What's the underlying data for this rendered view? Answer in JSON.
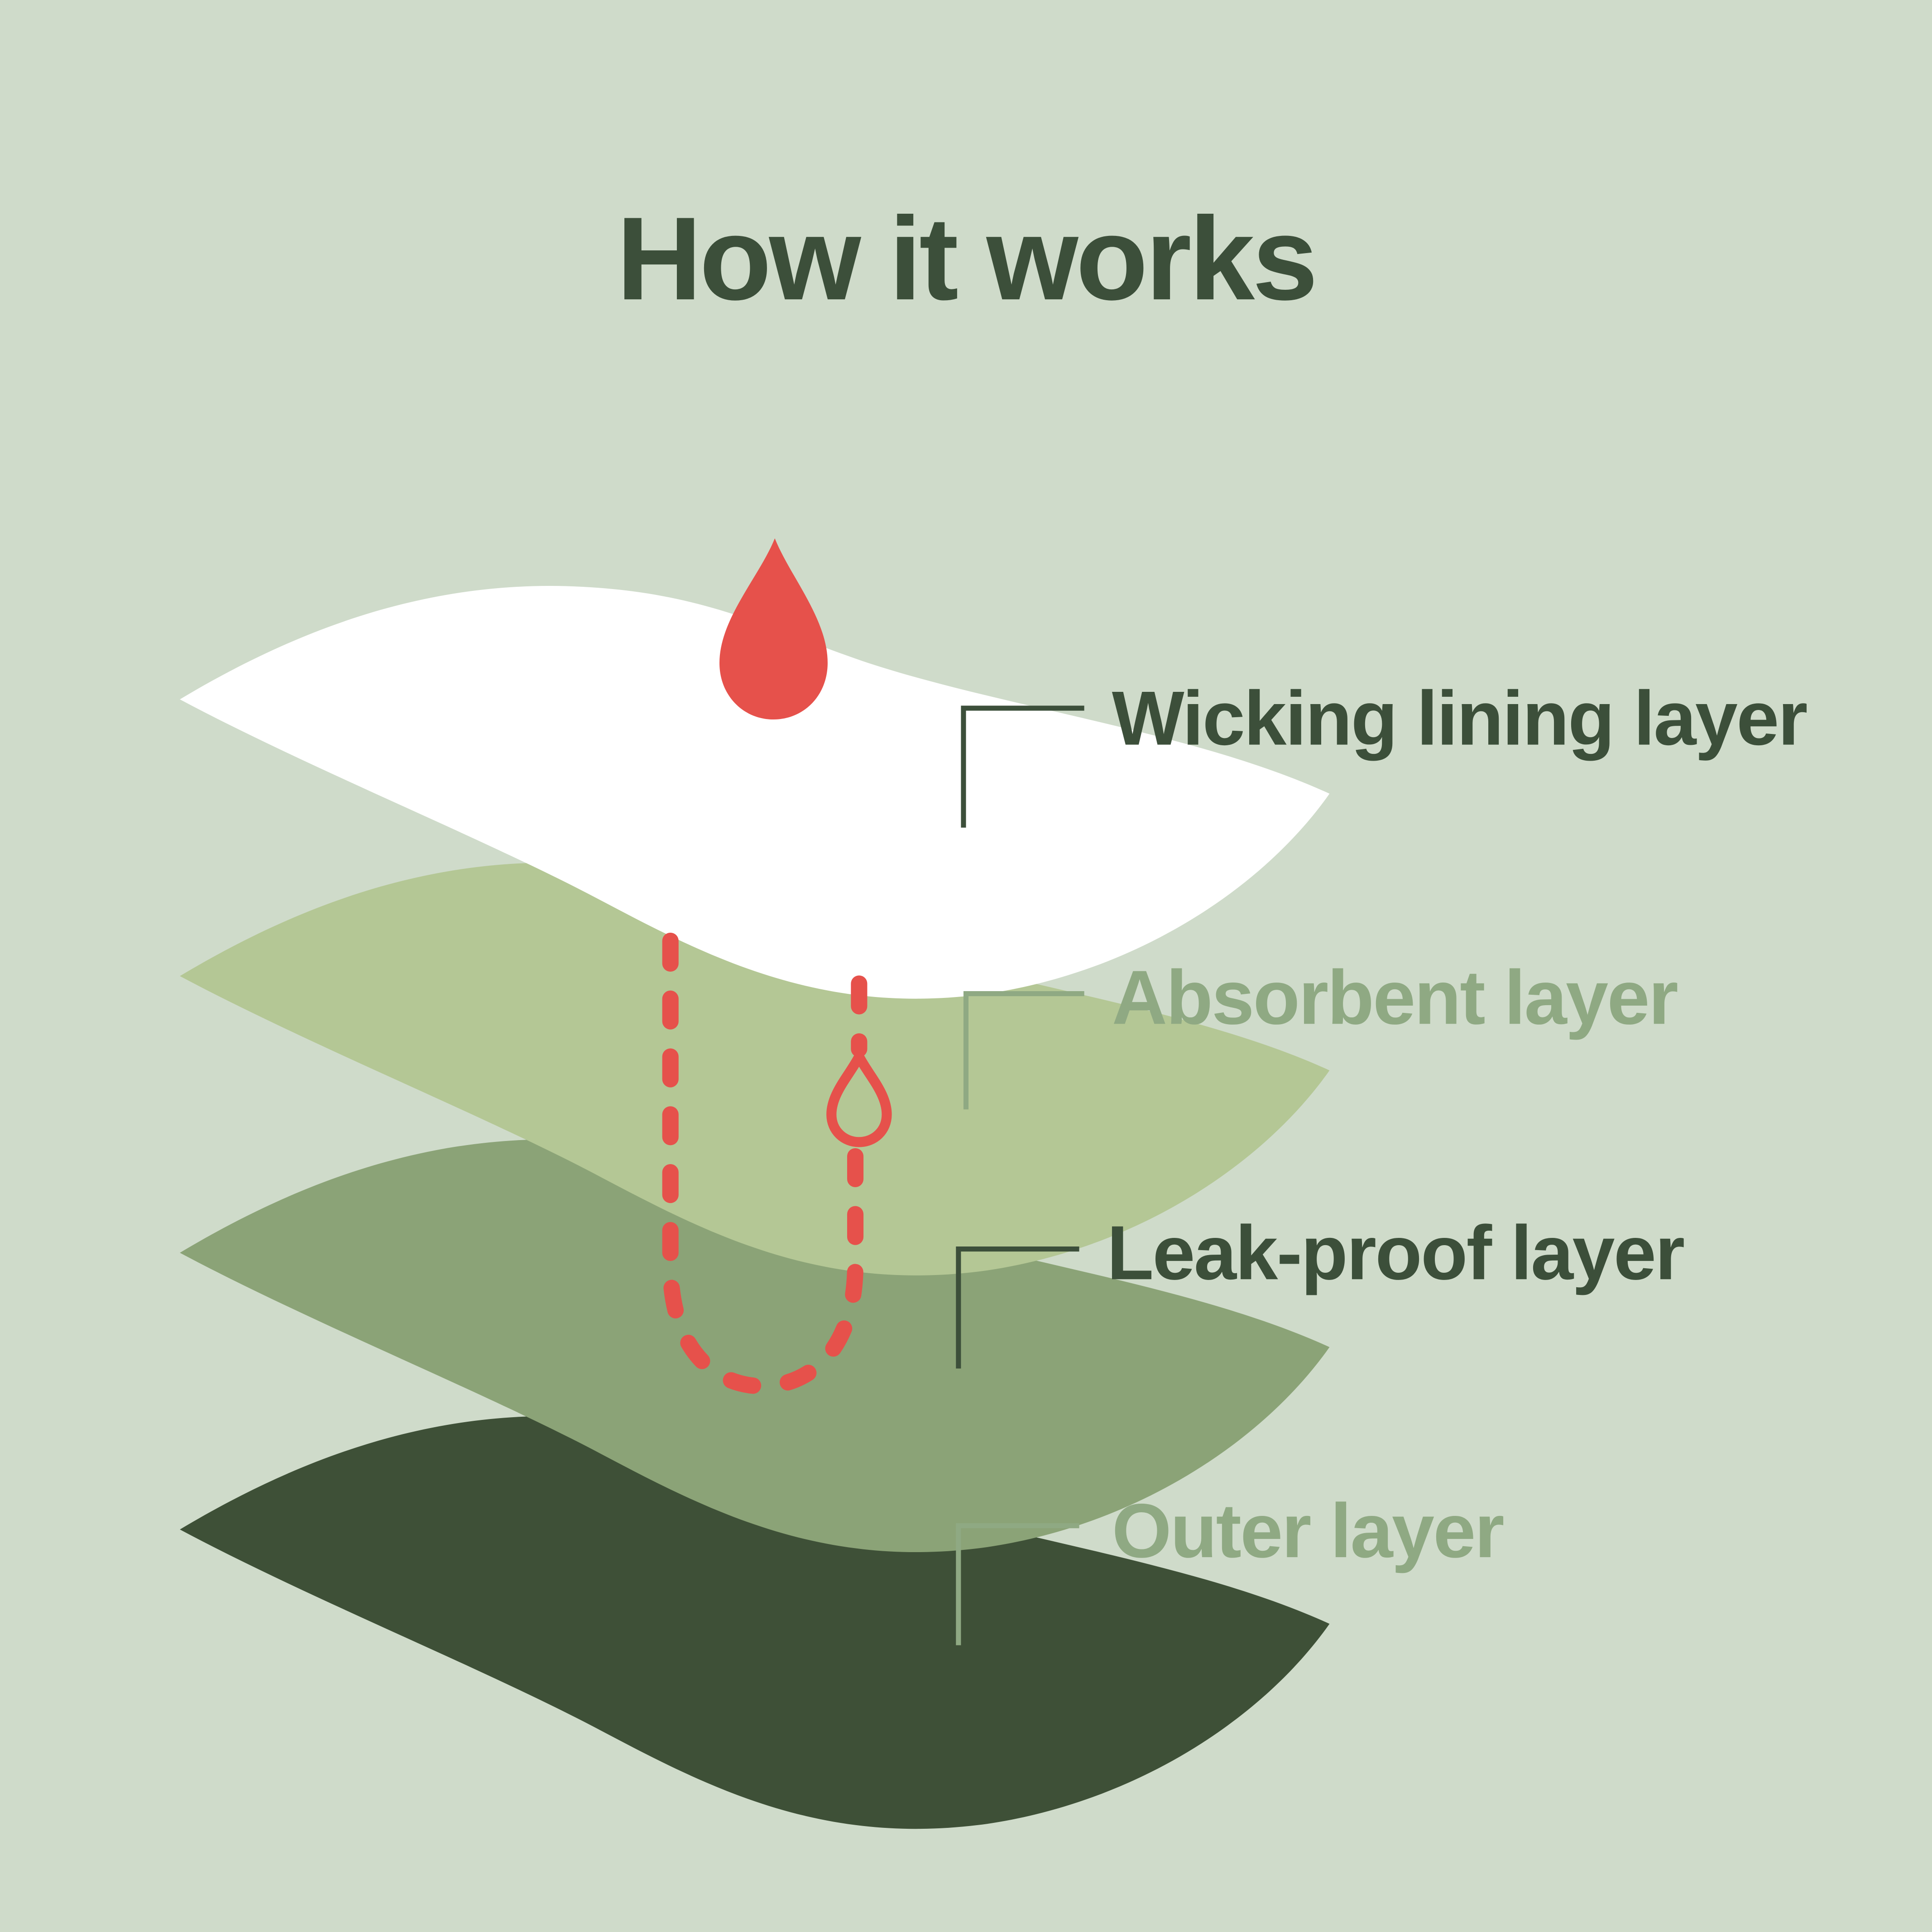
{
  "title": "How it works",
  "colors": {
    "background": "#cfdbca",
    "title_text": "#3c4f3a",
    "dark_label": "#3c4f3a",
    "light_label": "#8fa983",
    "layer_white": "#ffffff",
    "layer_absorbent": "#b4c795",
    "layer_leakproof": "#8ba377",
    "layer_outer": "#3e5037",
    "droplet_red": "#e6514b",
    "dark_connector": "#3c4f3a",
    "light_connector": "#8fa983"
  },
  "layers": [
    {
      "name": "Wicking lining layer",
      "tone": "dark"
    },
    {
      "name": "Absorbent layer",
      "tone": "light"
    },
    {
      "name": "Leak-proof layer",
      "tone": "dark"
    },
    {
      "name": "Outer layer",
      "tone": "light"
    }
  ],
  "icons": {
    "droplet": "blood-drop-icon",
    "flow_path": "dashed-absorption-path-icon",
    "trapped_droplet": "outlined-drop-icon"
  }
}
